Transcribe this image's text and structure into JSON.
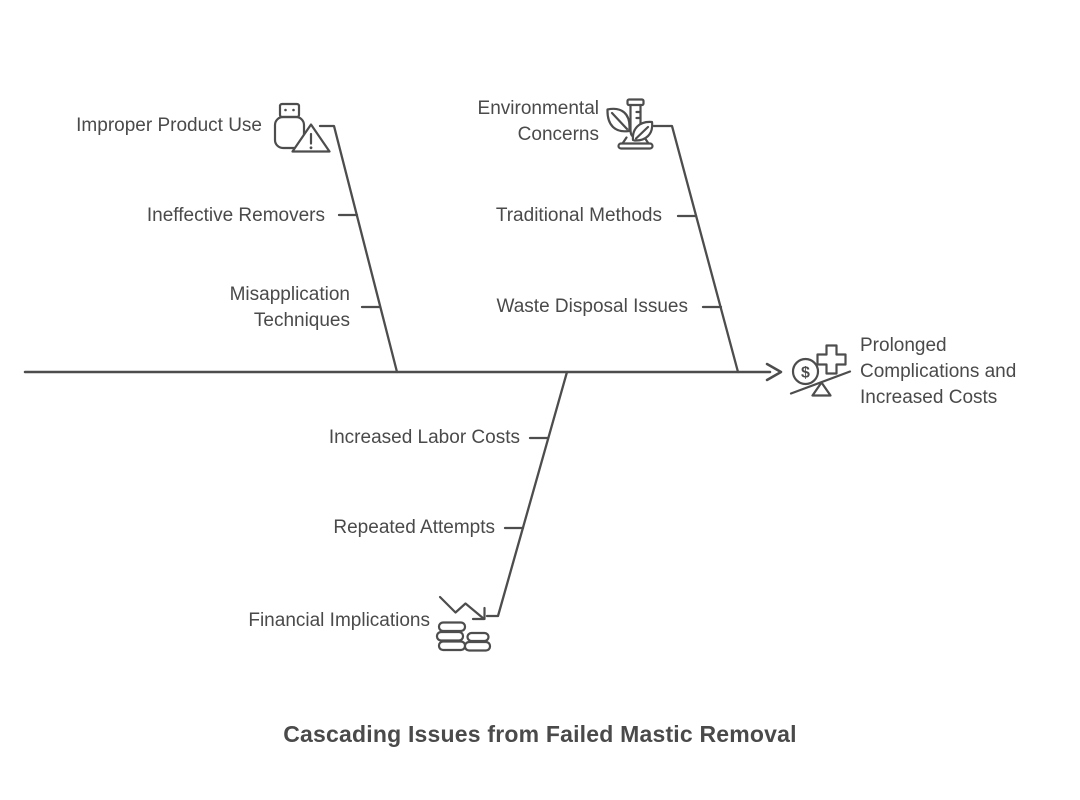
{
  "diagram": {
    "type": "fishbone",
    "title": "Cascading Issues from Failed Mastic Removal",
    "outcome": {
      "label": "Prolonged Complications and Increased Costs",
      "icon": "cost-balance-icon",
      "dollar_sign": "$"
    },
    "branches": [
      {
        "category": "Improper Product Use",
        "icon": "usb-warning-icon",
        "position": "top-left",
        "causes": [
          "Ineffective Removers",
          "Misapplication Techniques"
        ]
      },
      {
        "category": "Environmental Concerns",
        "icon": "eco-flask-icon",
        "position": "top-right",
        "causes": [
          "Traditional Methods",
          "Waste Disposal Issues"
        ]
      },
      {
        "category": "Financial Implications",
        "icon": "coins-decline-icon",
        "position": "bottom",
        "causes": [
          "Increased Labor Costs",
          "Repeated Attempts"
        ]
      }
    ],
    "colors": {
      "line": "#4d4d4d",
      "text": "#4a4a4a",
      "background": "#ffffff"
    }
  }
}
